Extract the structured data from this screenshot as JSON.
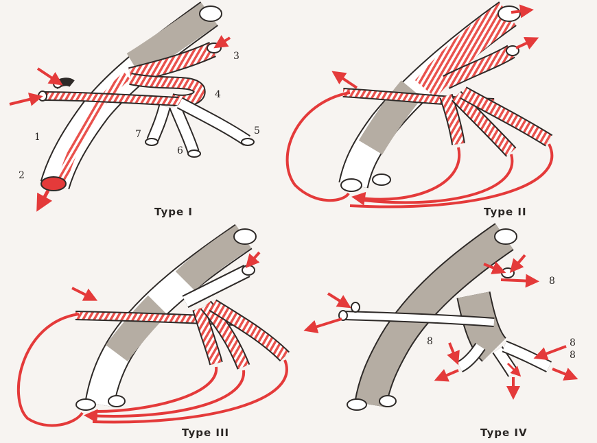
{
  "panels": [
    {
      "id": "type-1",
      "label": "Type   I"
    },
    {
      "id": "type-2",
      "label": "Type   II"
    },
    {
      "id": "type-3",
      "label": "Type   III"
    },
    {
      "id": "type-4",
      "label": "Type   IV"
    }
  ],
  "vessel_numbers": {
    "n1": "1",
    "n2": "2",
    "n3": "3",
    "n4": "4",
    "n5": "5",
    "n6": "6",
    "n7": "7",
    "n8": "8"
  },
  "colors": {
    "flow_red": "#e43a3a",
    "stripe_red": "#e9524d",
    "occlusion_gray": "#b5ada3",
    "vessel_outline": "#2e2a28",
    "paper": "#f7f4f1"
  },
  "icons": [
    "flow-arrow-icon"
  ]
}
